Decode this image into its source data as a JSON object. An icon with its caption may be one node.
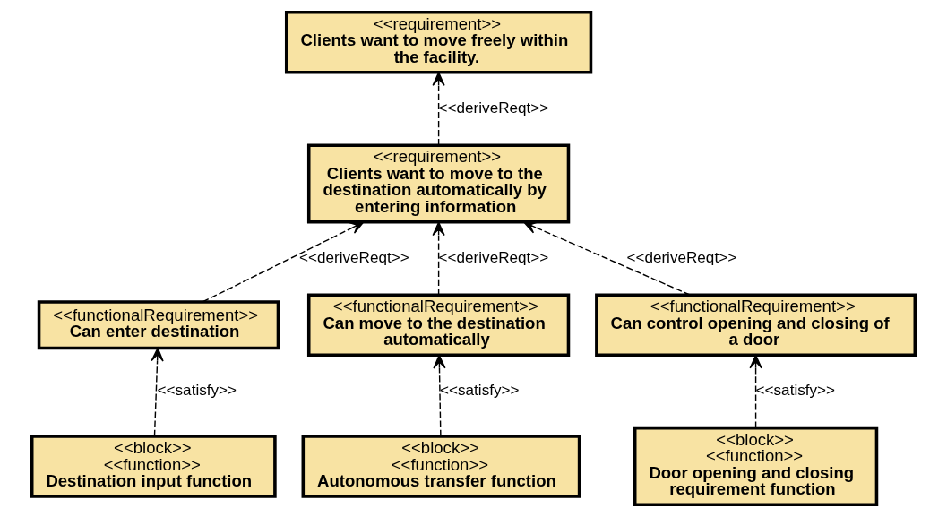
{
  "diagram": {
    "nodes": [
      {
        "text": [
          "<<requirement>>",
          "Clients want to move freely within the facility."
        ]
      },
      {
        "text": [
          "<<requirement>>",
          "Clients want to move to the destination automatically by entering information"
        ]
      },
      {
        "text": [
          "<<functionalRequirement>>",
          "Can enter destination"
        ]
      },
      {
        "text": [
          "<<functionalRequirement>>",
          "Can move to the destination automatically"
        ]
      },
      {
        "text": [
          "<<functionalRequirement>>",
          "Can control opening and closing of a door"
        ]
      },
      {
        "text": [
          "<<block>>",
          "<<function>>",
          "Destination input function"
        ]
      },
      {
        "text": [
          "<<block>>",
          "<<function>>",
          "Autonomous transfer function"
        ]
      },
      {
        "text": [
          "<<block>>",
          "<<function>>",
          "Door opening and closing requirement function"
        ]
      }
    ],
    "edges": [
      {
        "from": 1,
        "to": 0,
        "arrow": "to",
        "label": "<<deriveReqt>>",
        "style": "dashed"
      },
      {
        "from": 2,
        "to": 1,
        "arrow": "to",
        "label": "<<deriveReqt>>",
        "style": "dashed"
      },
      {
        "from": 3,
        "to": 1,
        "arrow": "to",
        "label": "<<deriveReqt>>",
        "style": "dashed"
      },
      {
        "from": 4,
        "to": 1,
        "arrow": "to",
        "label": "<<deriveReqt>>",
        "style": "dashed"
      },
      {
        "from": 5,
        "to": 2,
        "arrow": "to",
        "label": "<<satisfy>>",
        "style": "dashed"
      },
      {
        "from": 6,
        "to": 3,
        "arrow": "to",
        "label": "<<satisfy>>",
        "style": "dashed"
      },
      {
        "from": 7,
        "to": 4,
        "arrow": "to",
        "label": "<<satisfy>>",
        "style": "dashed"
      }
    ]
  }
}
